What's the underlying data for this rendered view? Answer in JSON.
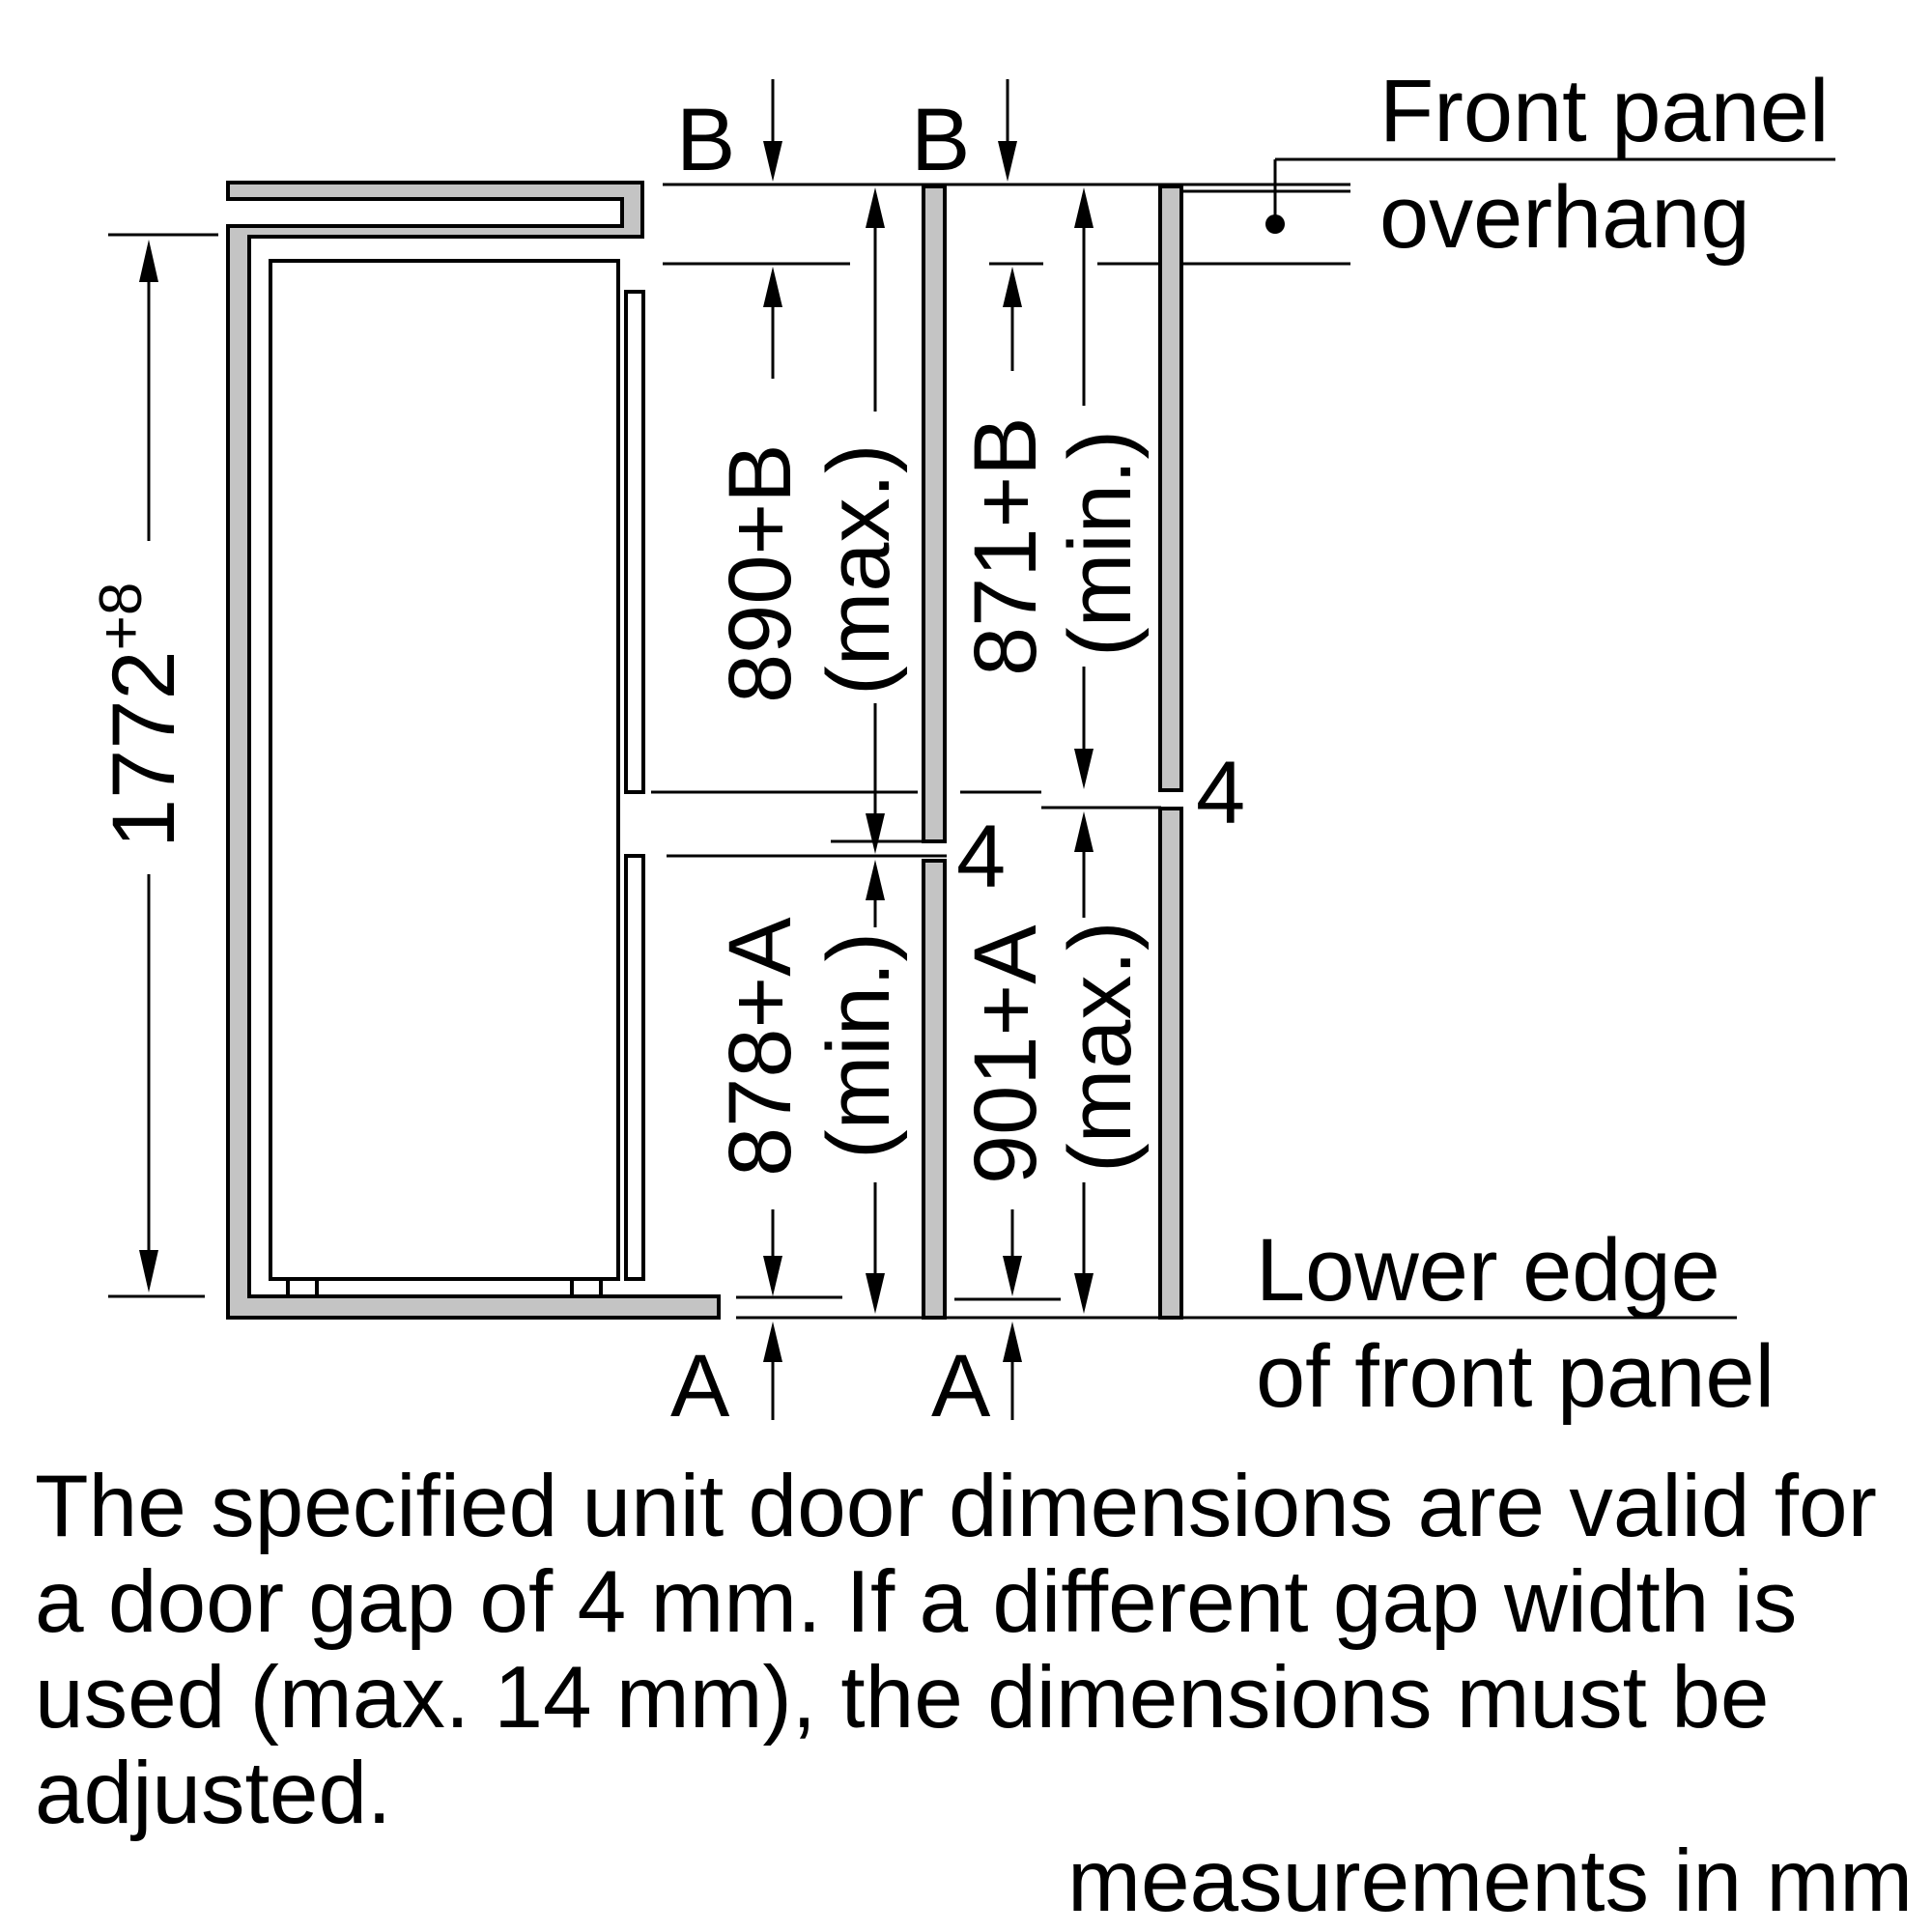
{
  "labels": {
    "b_left": "B",
    "b_right": "B",
    "a_left": "A",
    "a_right": "A",
    "front_panel_overhang_line1": "Front panel",
    "front_panel_overhang_line2": "overhang",
    "lower_edge_line1": "Lower edge",
    "lower_edge_line2": "of front panel",
    "overall_height": "1772",
    "overall_tolerance": "+8",
    "upper_door_max": "890+B",
    "upper_door_max_note": "(max.)",
    "upper_door_min": "871+B",
    "upper_door_min_note": "(min.)",
    "lower_door_min": "878+A",
    "lower_door_min_note": "(min.)",
    "lower_door_max": "901+A",
    "lower_door_max_note": "(max.)",
    "gap_left": "4",
    "gap_right": "4"
  },
  "note": "The specified unit door dimensions are valid for a door gap of 4 mm. If a different gap width is used (max. 14 mm), the dimensions must be adjusted.",
  "units": "measurements in mm"
}
